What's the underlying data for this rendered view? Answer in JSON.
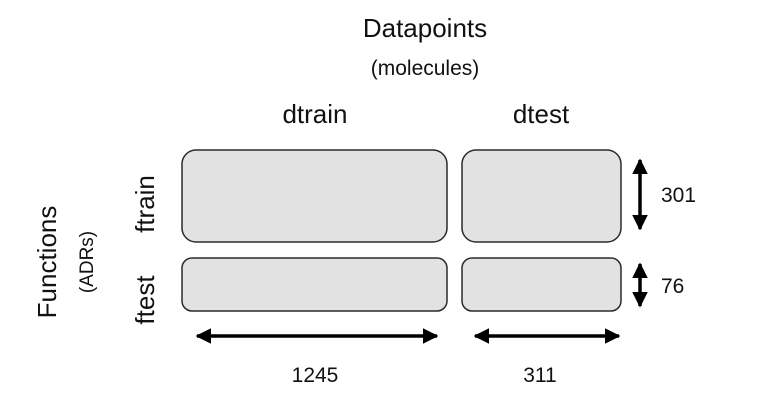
{
  "title": "Datapoints",
  "subtitle": "(molecules)",
  "y_title": "Functions",
  "y_subtitle": "(ADRs)",
  "columns": {
    "train": "dtrain",
    "test": "dtest"
  },
  "rows": {
    "train": "ftrain",
    "test": "ftest"
  },
  "sizes": {
    "dtrain": "1245",
    "dtest": "311",
    "ftrain": "301",
    "ftest": "76"
  },
  "colors": {
    "block_fill": "#e2e2e2",
    "block_stroke": "#2a2a2a",
    "arrow": "#000000"
  }
}
